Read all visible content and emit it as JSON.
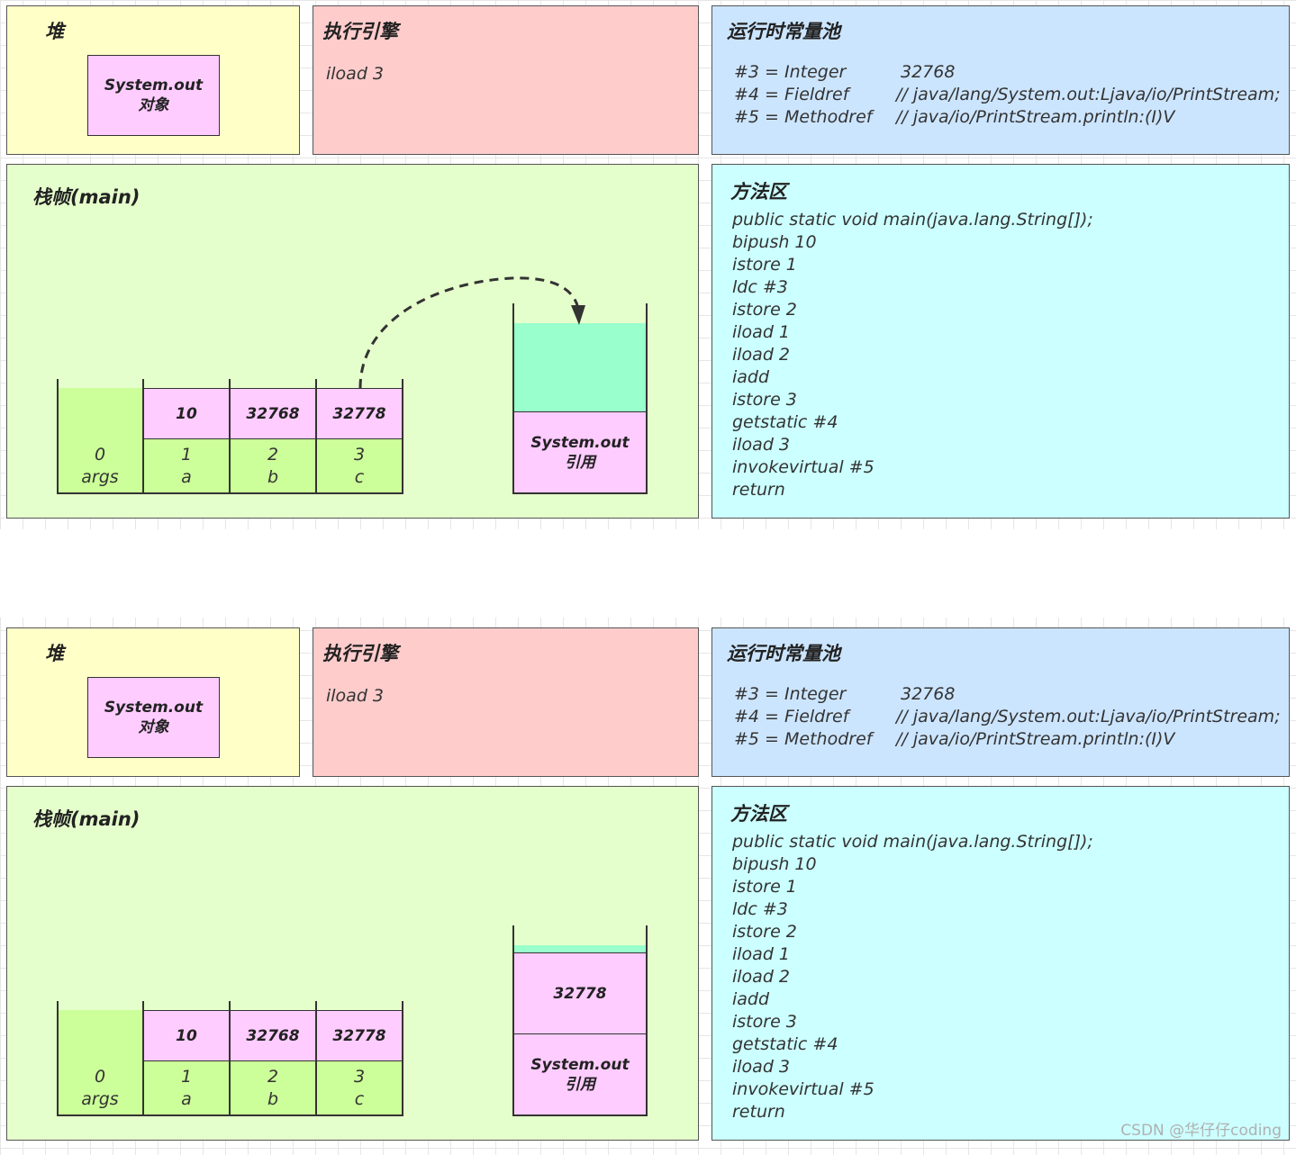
{
  "panels": {
    "heap": {
      "title": "堆",
      "object_line1": "System.out",
      "object_line2": "对象"
    },
    "engine": {
      "title": "执行引擎",
      "instruction": "iload 3"
    },
    "pool": {
      "title": "运行时常量池",
      "rows": [
        {
          "key": "#3 = Integer",
          "value": "32768"
        },
        {
          "key": "#4 = Fieldref",
          "value": "// java/lang/System.out:Ljava/io/PrintStream;"
        },
        {
          "key": "#5 = Methodref",
          "value": "// java/io/PrintStream.println:(I)V"
        }
      ]
    },
    "stack": {
      "title": "栈帧(main)"
    },
    "method": {
      "title": "方法区",
      "lines": [
        "public static void main(java.lang.String[]);",
        "bipush 10",
        "istore 1",
        "ldc #3",
        "istore 2",
        "iload 1",
        "iload 2",
        "iadd",
        "istore 3",
        "getstatic #4",
        "iload 3",
        "invokevirtual #5",
        "return"
      ]
    }
  },
  "local_variables": [
    {
      "index": "0",
      "name": "args",
      "value": ""
    },
    {
      "index": "1",
      "name": "a",
      "value": "10"
    },
    {
      "index": "2",
      "name": "b",
      "value": "32768"
    },
    {
      "index": "3",
      "name": "c",
      "value": "32778"
    }
  ],
  "frames": [
    {
      "operand_stack": [
        {
          "line1": "System.out",
          "line2": "引用"
        }
      ],
      "arrow": "from local variable 3 to operand stack top"
    },
    {
      "operand_stack": [
        {
          "line1": "System.out",
          "line2": "引用"
        },
        {
          "line1": "32778",
          "line2": ""
        }
      ]
    }
  ],
  "watermark": "CSDN @华仔仔coding"
}
